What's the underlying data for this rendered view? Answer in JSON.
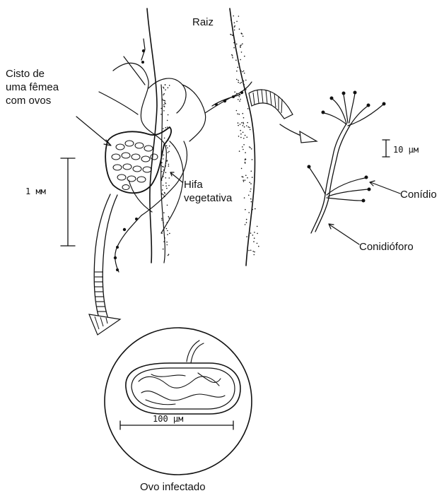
{
  "labels": {
    "root": "Raiz",
    "cyst_line1": "Cisto de",
    "cyst_line2": "uma fêmea",
    "cyst_line3": "com ovos",
    "scale_1mm": "1 мм",
    "hypha_line1": "Hifa",
    "hypha_line2": "vegetativa",
    "scale_10um": "10 μм",
    "conidium": "Conídio",
    "conidiophore": "Conidióforo",
    "scale_100um": "100 μм",
    "infected_egg": "Ovo infectado"
  },
  "colors": {
    "ink": "#111111",
    "background": "#ffffff"
  }
}
